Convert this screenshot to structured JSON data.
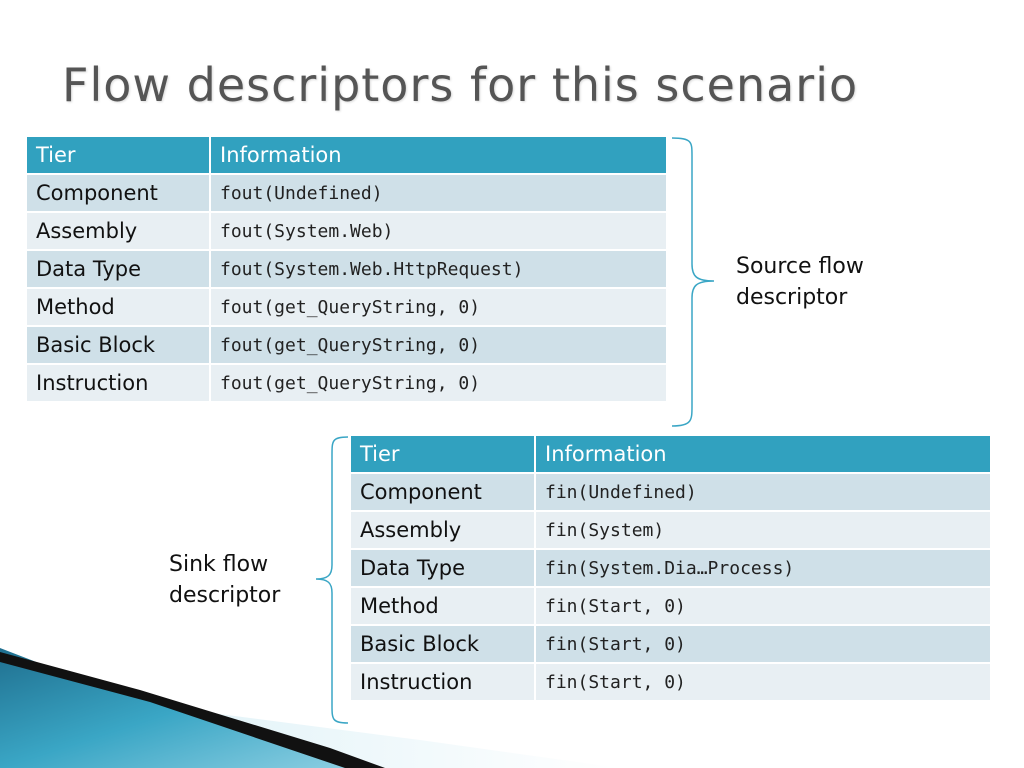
{
  "slide": {
    "title": "Flow descriptors for this scenario"
  },
  "source_table": {
    "headers": [
      "Tier",
      "Information"
    ],
    "rows": [
      {
        "tier": "Component",
        "info": "fout(Undefined)"
      },
      {
        "tier": "Assembly",
        "info": "fout(System.Web)"
      },
      {
        "tier": "Data Type",
        "info": "fout(System.Web.HttpRequest)"
      },
      {
        "tier": "Method",
        "info": "fout(get_QueryString, 0)"
      },
      {
        "tier": "Basic Block",
        "info": "fout(get_QueryString, 0)"
      },
      {
        "tier": "Instruction",
        "info": "fout(get_QueryString, 0)"
      }
    ]
  },
  "sink_table": {
    "headers": [
      "Tier",
      "Information"
    ],
    "rows": [
      {
        "tier": "Component",
        "info": "fin(Undefined)"
      },
      {
        "tier": "Assembly",
        "info": "fin(System)"
      },
      {
        "tier": "Data Type",
        "info": "fin(System.Dia…Process)"
      },
      {
        "tier": "Method",
        "info": "fin(Start, 0)"
      },
      {
        "tier": "Basic Block",
        "info": "fin(Start, 0)"
      },
      {
        "tier": "Instruction",
        "info": "fin(Start, 0)"
      }
    ]
  },
  "annotations": {
    "source_label_line1": "Source flow",
    "source_label_line2": "descriptor",
    "sink_label_line1": "Sink flow",
    "sink_label_line2": "descriptor"
  },
  "colors": {
    "header_bg": "#31a1bf",
    "row_odd": "#cfe0e8",
    "row_even": "#e8eff3",
    "brace": "#3aa6c5",
    "title": "#555555"
  }
}
